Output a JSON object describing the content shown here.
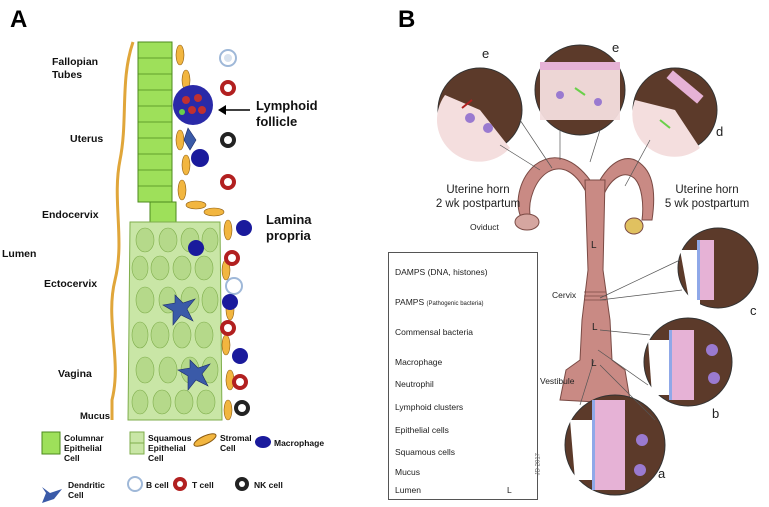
{
  "panel_a": {
    "label": "A",
    "region_labels": {
      "fallopian_tubes": "Fallopian\nTubes",
      "uterus": "Uterus",
      "endocervix": "Endocervix",
      "ectocervix": "Ectocervix",
      "vagina": "Vagina",
      "mucus": "Mucus",
      "lumen": "Lumen",
      "lymphoid_follicle": "Lymphoid\nfollicle",
      "lamina_propria": "Lamina\npropria"
    },
    "legend": {
      "columnar": "Columnar\nEpithelial\nCell",
      "squamous": "Squamous\nEpithelial\nCell",
      "stromal": "Stromal\nCell",
      "macrophage": "Macrophage",
      "dendritic": "Dendritic\nCell",
      "b_cell": "B cell",
      "t_cell": "T cell",
      "nk_cell": "NK cell"
    },
    "colors": {
      "epithelium_green": "#9ee05a",
      "squamous_green": "#c9e6a6",
      "stromal_orange": "#f2b640",
      "macrophage_blue": "#1a1a9c",
      "t_cell_red": "#b22020",
      "dendritic_blue": "#3a5aa8"
    }
  },
  "panel_b": {
    "label": "B",
    "horn_left": "Uterine horn\n2 wk postpartum",
    "horn_right": "Uterine horn\n5 wk postpartum",
    "oviduct": "Oviduct",
    "cervix": "Cervix",
    "vestibule": "Vestibule",
    "lumen_marks": [
      "L",
      "L",
      "L"
    ],
    "circle_letters": [
      "e",
      "e",
      "d",
      "c",
      "b",
      "a"
    ],
    "legend": {
      "items": [
        {
          "label": "DAMPS (DNA, histones)"
        },
        {
          "label": "PAMPS",
          "sub": "(Pathogenic bacteria)"
        },
        {
          "label": "Commensal bacteria"
        },
        {
          "label": "Macrophage"
        },
        {
          "label": "Neutrophil"
        },
        {
          "label": "Lymphoid clusters"
        },
        {
          "label": "Epithelial cells"
        },
        {
          "label": "Squamous cells"
        },
        {
          "label": "Mucus"
        },
        {
          "label": "Lumen",
          "symbol": "L"
        }
      ],
      "signature": "JD 2017"
    },
    "colors": {
      "tract_pink": "#c98a84",
      "tissue_brown": "#5c3a2a",
      "epithelium_pink": "#e6b2d6",
      "mucus_blue": "#8fa8e8"
    }
  }
}
